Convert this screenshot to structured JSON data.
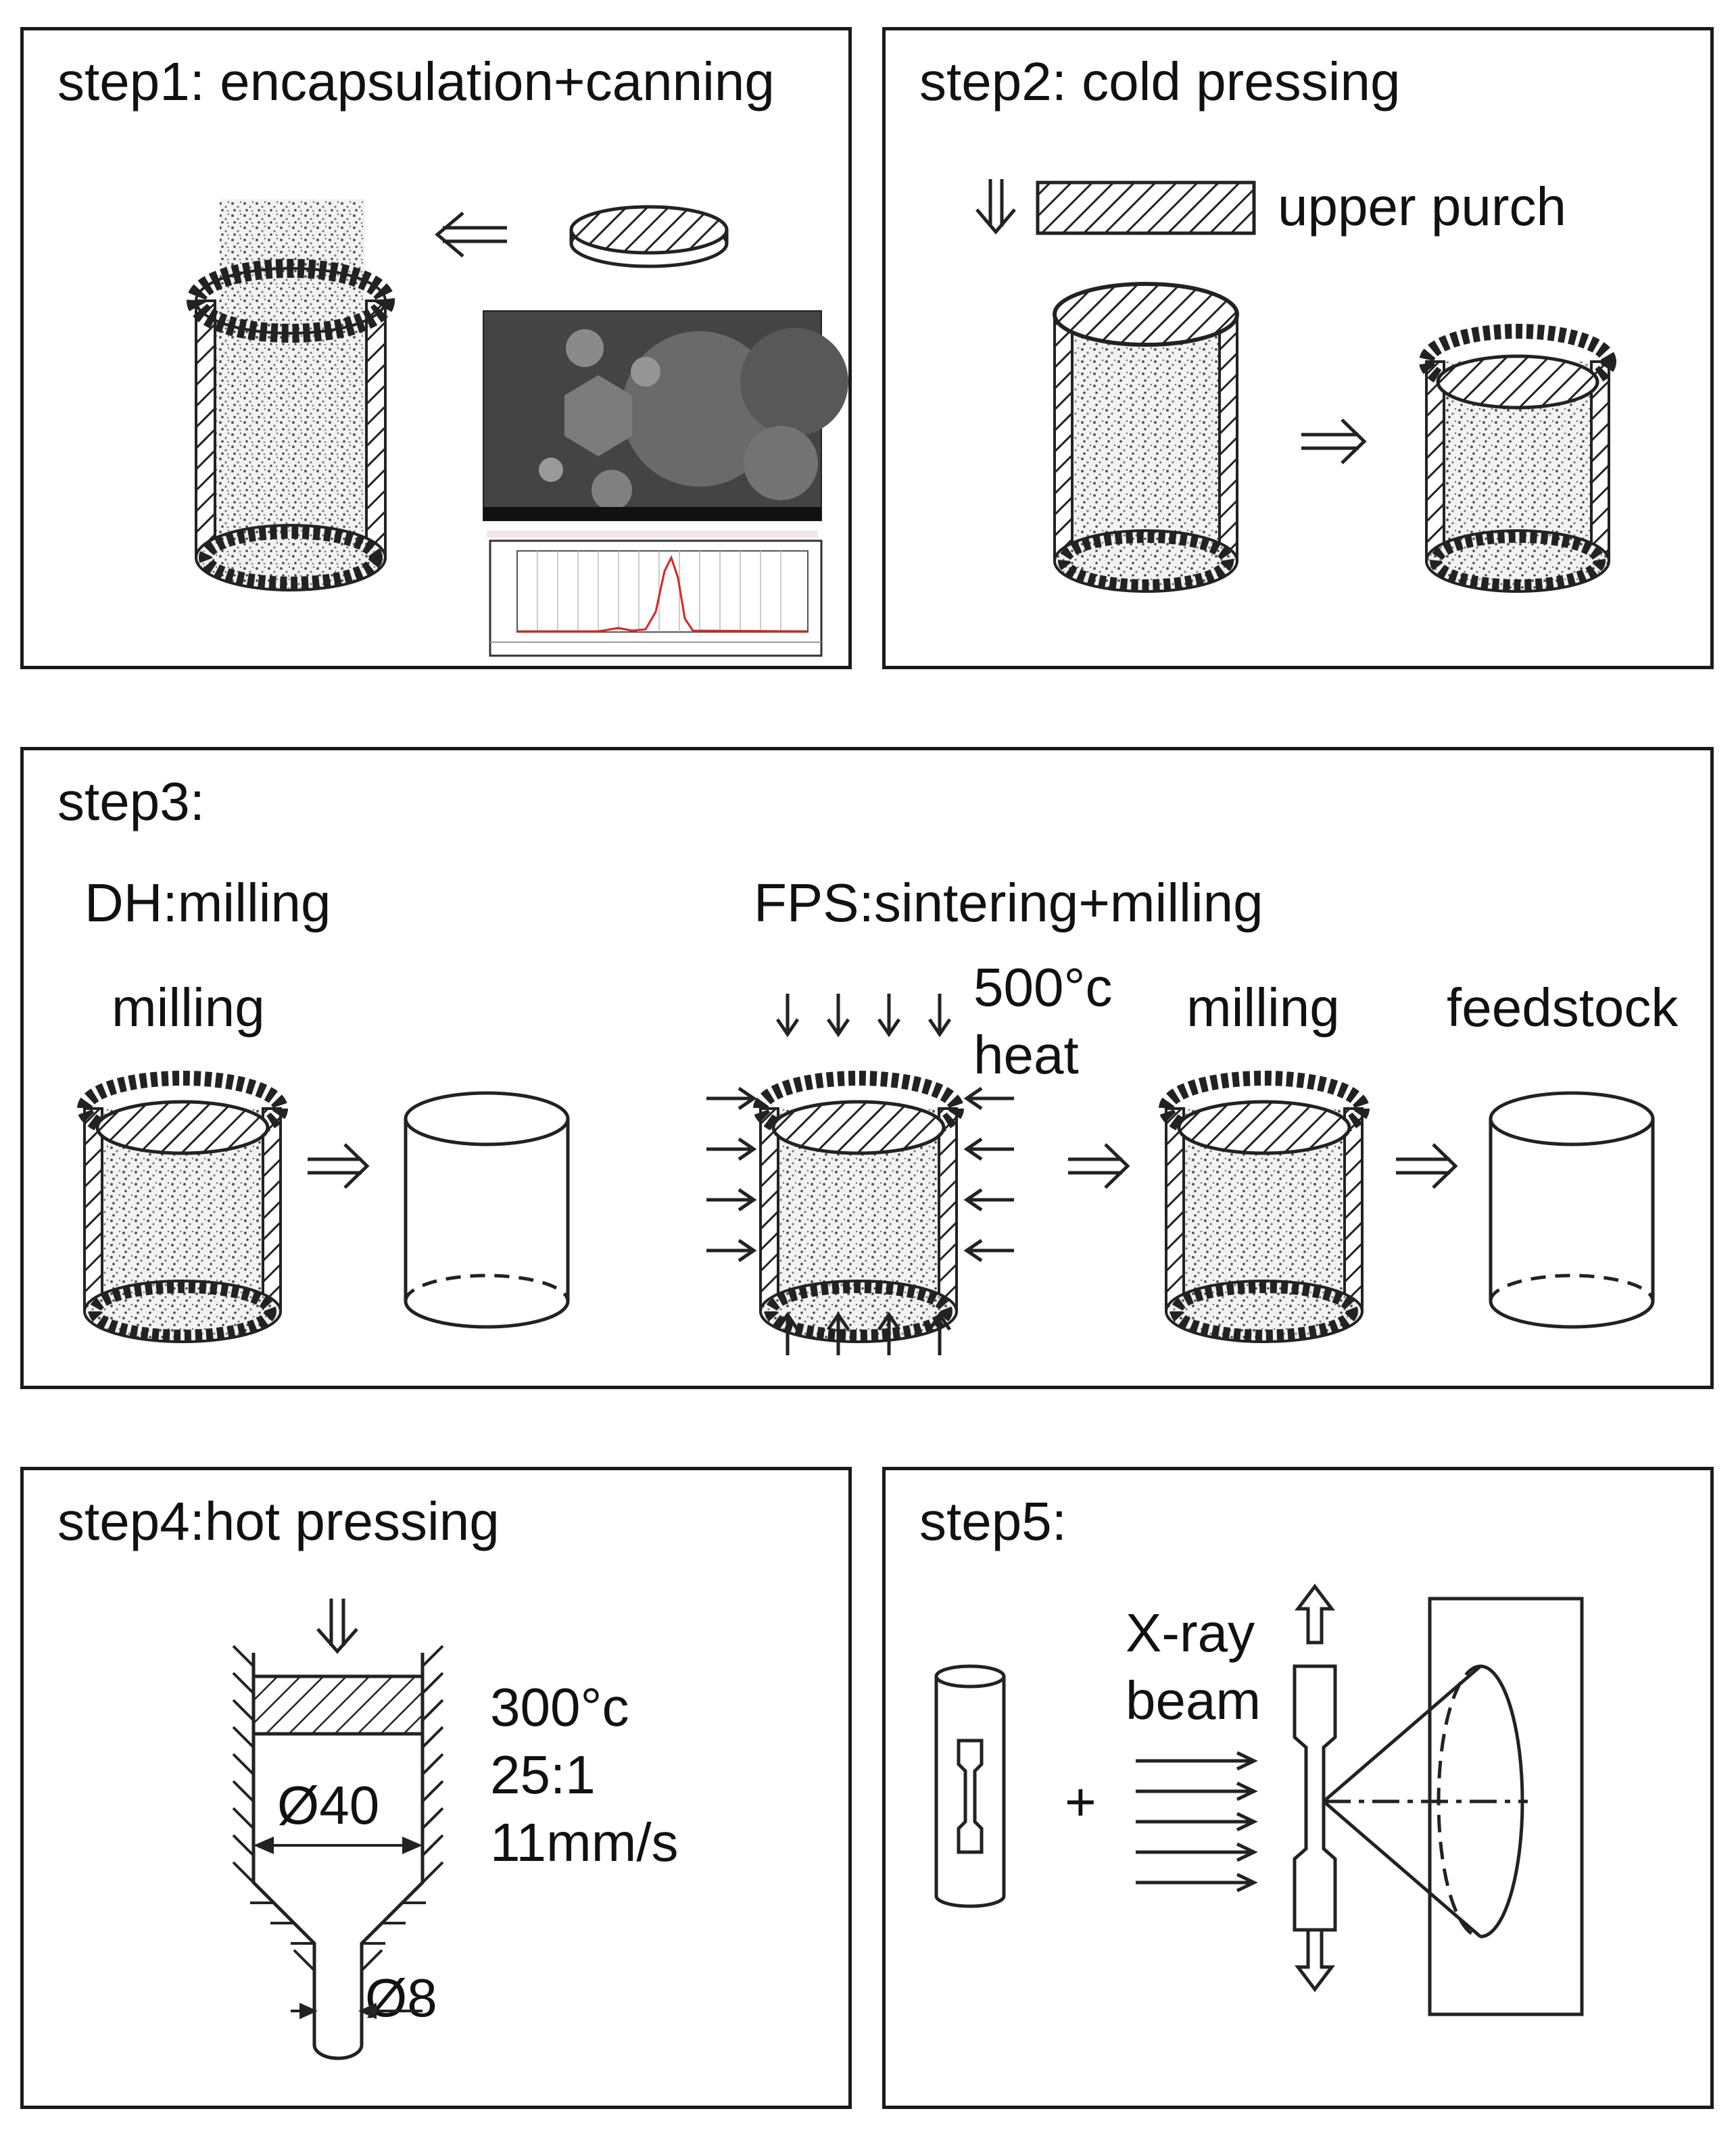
{
  "panels": {
    "step1": {
      "title": "step1: encapsulation+canning"
    },
    "step2": {
      "title": "step2: cold pressing",
      "punch_label": "upper purch"
    },
    "step3": {
      "title": "step3:",
      "dh_label": "DH:milling",
      "fps_label": "FPS:sintering+milling",
      "milling_label_1": "milling",
      "temp_label": "500°c",
      "heat_label": "heat",
      "milling_label_2": "milling",
      "feedstock_label": "feedstock"
    },
    "step4": {
      "title": "step4:hot pressing",
      "temperature": "300°c",
      "ratio": "25:1",
      "speed": "11mm/s",
      "die_diameter": "Ø40",
      "outlet_diameter": "Ø8"
    },
    "step5": {
      "title": "step5:",
      "xray_label_1": "X-ray",
      "xray_label_2": "beam",
      "plus": "+"
    }
  }
}
